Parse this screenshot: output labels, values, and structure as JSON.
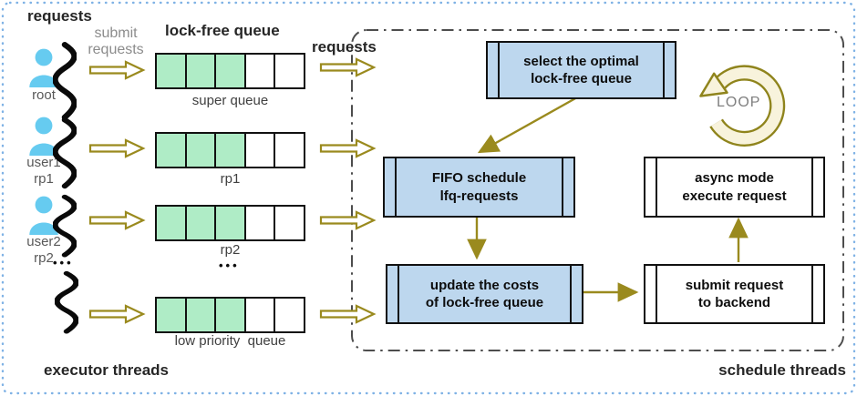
{
  "left": {
    "title": "requests",
    "submit_label": "submit\nrequests",
    "queue_section_title": "lock-free queue",
    "footer": "executor threads",
    "ellipsis": "•••",
    "rows": [
      {
        "user_label": "root",
        "user_sub": "",
        "queue_label": "super queue",
        "queue": {
          "filled": 3,
          "total": 5
        }
      },
      {
        "user_label": "user1",
        "user_sub": "rp1",
        "queue_label": "rp1",
        "queue": {
          "filled": 3,
          "total": 5
        }
      },
      {
        "user_label": "user2",
        "user_sub": "rp2",
        "queue_label": "rp2",
        "queue": {
          "filled": 3,
          "total": 5
        }
      },
      {
        "user_label": "",
        "user_sub": "",
        "queue_label": "low priority  queue",
        "queue": {
          "filled": 3,
          "total": 5
        }
      }
    ]
  },
  "scheduler": {
    "inflow_label": "requests",
    "footer": "schedule threads",
    "loop_label": "LOOP",
    "nodes": {
      "select": {
        "line1": "select the optimal",
        "line2": "lock-free queue"
      },
      "fifo": {
        "line1": "FIFO schedule",
        "line2": "lfq-requests"
      },
      "async_exec": {
        "line1": "async mode",
        "line2": "execute request"
      },
      "update_costs": {
        "line1": "update the costs",
        "line2": "of lock-free queue"
      },
      "submit_backend": {
        "line1": "submit request",
        "line2": "to backend"
      }
    }
  },
  "icons": {
    "user": "user-person-icon",
    "stream": "request-stream-squiggle",
    "arrow": "block-arrow-right-icon",
    "loop": "loop-circular-arrow-icon"
  },
  "colors": {
    "accent_olive": "#9A8A1E",
    "loop_cream": "#F8F3DC",
    "node_blue": "#BDD7EE",
    "cell_green": "#AFEcc6",
    "user_blue": "#66CBF0",
    "outer_dotted_border": "#7FB2E5",
    "dashdot_border": "#4D4D4D",
    "dark_text": "#262626",
    "muted_text": "#8C8C8C"
  }
}
